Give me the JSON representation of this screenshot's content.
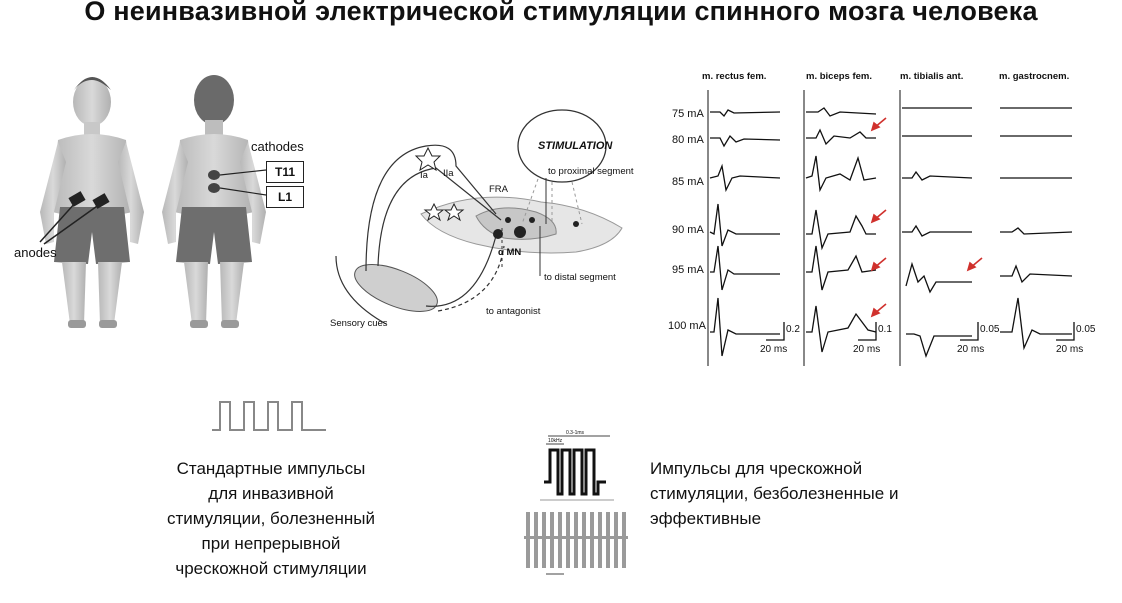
{
  "slide": {
    "title": "О неинвазивной электрической стимуляции спинного мозга человека"
  },
  "body_figure": {
    "cathodes_label": "cathodes",
    "anodes_label": "anodes",
    "electrode_t11": "T11",
    "electrode_l1": "L1"
  },
  "neural_diagram": {
    "stimulation": "STIMULATION",
    "to_proximal": "to proximal segment",
    "to_distal": "to distal segment",
    "to_antagonist": "to antagonist",
    "sensory_cues": "Sensory cues",
    "ia": "Ia",
    "iia": "IIa",
    "fra": "FRA",
    "alpha_mn": "α MN"
  },
  "emg": {
    "muscles": [
      "m. rectus fem.",
      "m. biceps fem.",
      "m. tibialis ant.",
      "m. gastrocnem."
    ],
    "intensities": [
      "75 mA",
      "80 mA",
      "85 mA",
      "90 mA",
      "95 mA",
      "100 mA"
    ],
    "scale_amplitude": [
      "0.2",
      "0.1",
      "0.05",
      "0.05"
    ],
    "scale_time": [
      "20 ms",
      "20 ms",
      "20 ms",
      "20 ms"
    ],
    "arrow_color": "#d0312d"
  },
  "waveforms": {
    "bipulse_top": "0.3-1ms",
    "bipulse_sub": "10kHz"
  },
  "captions": {
    "standard": [
      "Стандартные импульсы",
      "для инвазивной",
      "стимуляции, болезненный",
      "при непрерывной",
      "чрескожной стимуляции"
    ],
    "transcutaneous": [
      "Импульсы для чрескожной",
      "стимуляции, безболезненные и",
      "эффективные"
    ]
  }
}
